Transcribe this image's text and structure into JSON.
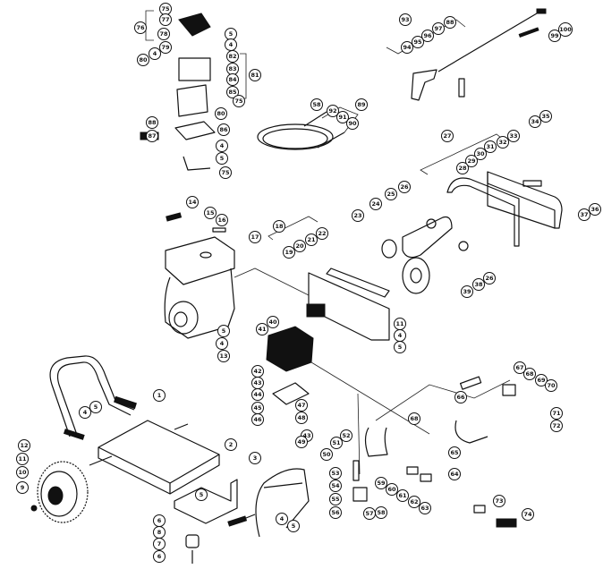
{
  "diagram": {
    "title": "Pressure washer exploded parts diagram",
    "callouts": [
      "75",
      "76",
      "77",
      "78",
      "5",
      "4",
      "79",
      "4",
      "80",
      "82",
      "83",
      "84",
      "85",
      "81",
      "75",
      "80",
      "86",
      "88",
      "87",
      "4",
      "5",
      "75",
      "58",
      "92",
      "91",
      "90",
      "89",
      "93",
      "88",
      "100",
      "99",
      "97",
      "96",
      "95",
      "94",
      "35",
      "34",
      "27",
      "33",
      "32",
      "31",
      "30",
      "29",
      "28",
      "26",
      "25",
      "24",
      "23",
      "37",
      "36",
      "26",
      "38",
      "39",
      "14",
      "15",
      "16",
      "17",
      "18",
      "19",
      "20",
      "21",
      "22",
      "5",
      "4",
      "13",
      "11",
      "4",
      "5",
      "40",
      "41",
      "42",
      "43",
      "44",
      "45",
      "46",
      "47",
      "48",
      "43",
      "49",
      "51",
      "52",
      "50",
      "67",
      "68",
      "69",
      "70",
      "66",
      "71",
      "72",
      "68",
      "65",
      "53",
      "54",
      "55",
      "56",
      "57",
      "58",
      "59",
      "60",
      "61",
      "62",
      "63",
      "64",
      "73",
      "74",
      "4",
      "5",
      "1",
      "4",
      "5",
      "12",
      "11",
      "10",
      "9",
      "2",
      "3",
      "5",
      "6",
      "8",
      "7",
      "6"
    ]
  }
}
